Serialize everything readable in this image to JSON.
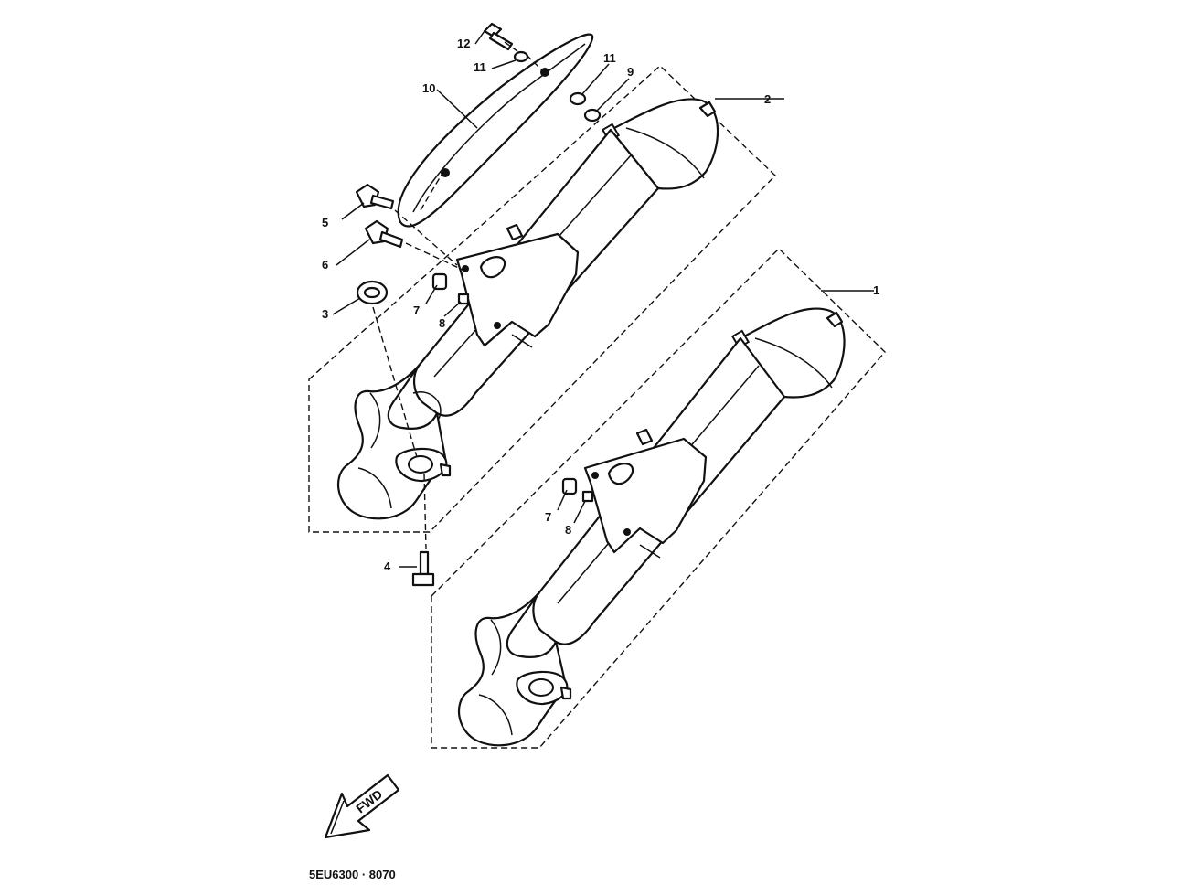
{
  "diagram": {
    "callouts": {
      "c1": "1",
      "c2": "2",
      "c3": "3",
      "c4": "4",
      "c5": "5",
      "c6": "6",
      "c7a": "7",
      "c8a": "8",
      "c7b": "7",
      "c8b": "8",
      "c9": "9",
      "c10": "10",
      "c11a": "11",
      "c11b": "11",
      "c12": "12"
    },
    "direction_label": "FWD",
    "diagram_code": "5EU6300 · 8070"
  }
}
